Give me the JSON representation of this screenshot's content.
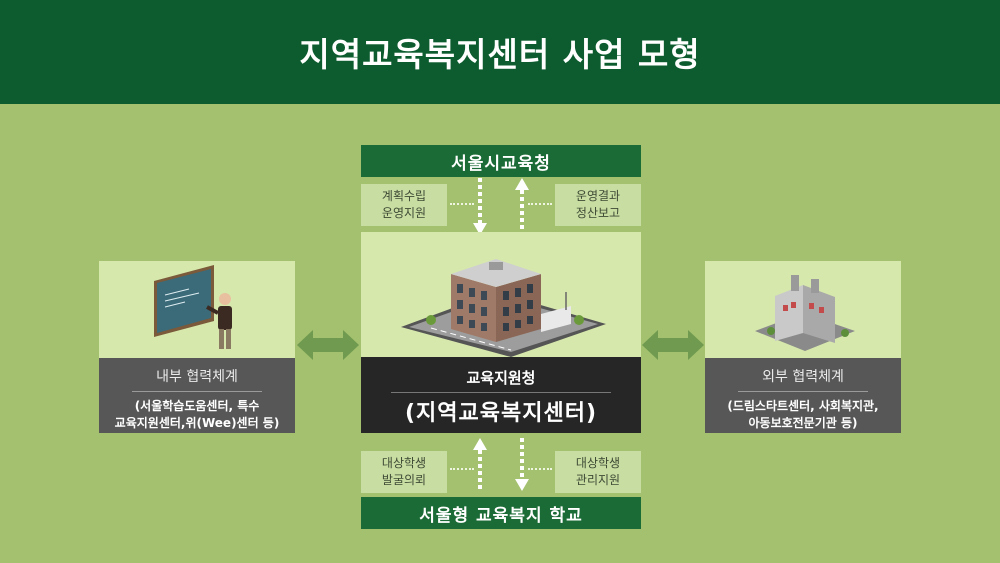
{
  "title": "지역교육복지센터 사업 모형",
  "top_org": "서울시교육청",
  "bottom_org": "서울형 교육복지 학교",
  "top_left_label": [
    "계획수립",
    "운영지원"
  ],
  "top_right_label": [
    "운영결과",
    "정산보고"
  ],
  "bottom_left_label": [
    "대상학생",
    "발굴의뢰"
  ],
  "bottom_right_label": [
    "대상학생",
    "관리지원"
  ],
  "center": {
    "line1": "교육지원청",
    "line2": "(지역교육복지센터)"
  },
  "left": {
    "title": "내부 협력체계",
    "desc": [
      "(서울학습도움센터, 특수",
      "교육지원센터,위(Wee)센터 등)"
    ]
  },
  "right": {
    "title": "외부 협력체계",
    "desc": [
      "(드림스타트센터, 사회복지관,",
      "아동보호전문기관 등)"
    ]
  },
  "colors": {
    "header": "#0c5c2f",
    "background": "#a3c16e",
    "org_bar": "#1b6b36",
    "panel_light": "#d6e8ac",
    "panel_dark": "#575757",
    "center_dark": "#262626",
    "arrow": "#6f9a4f"
  },
  "icons": {
    "left": "teacher-blackboard-icon",
    "center": "office-building-icon",
    "right": "factory-facility-icon"
  }
}
